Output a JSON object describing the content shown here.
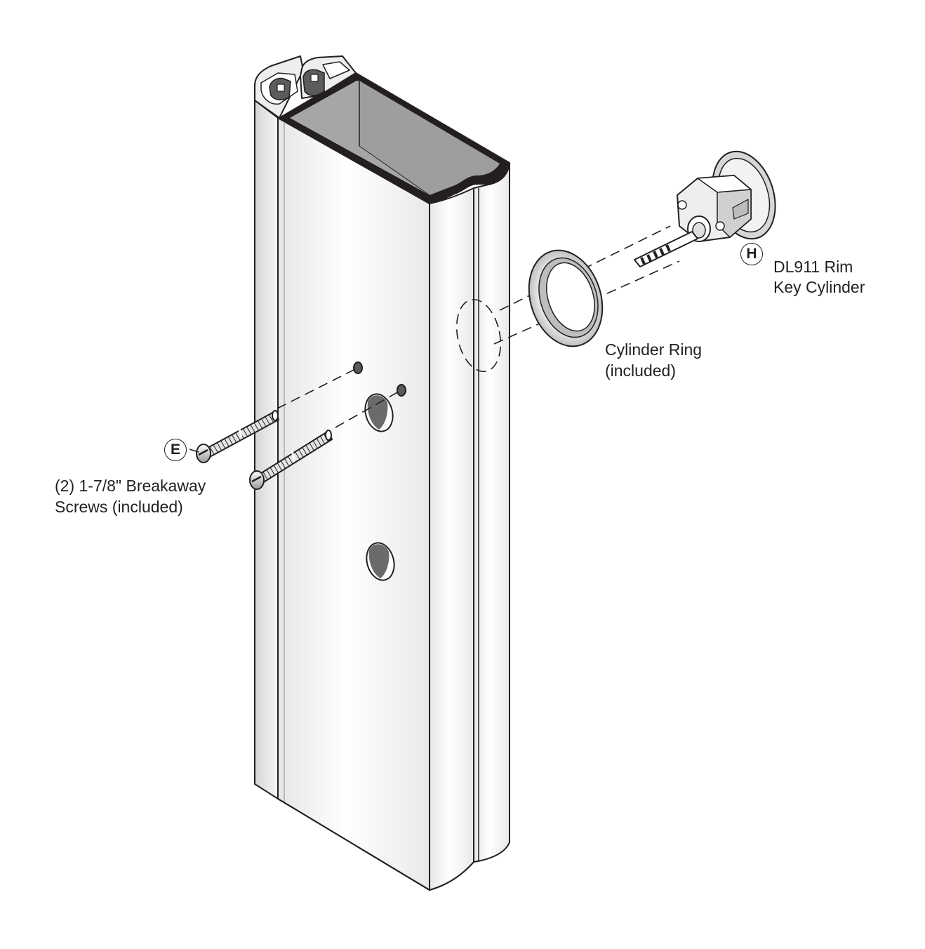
{
  "callouts": {
    "screws": {
      "letter": "E",
      "line1": "(2) 1-7/8\" Breakaway",
      "line2": "Screws (included)"
    },
    "ring": {
      "line1": "Cylinder Ring",
      "line2": "(included)"
    },
    "cylinder": {
      "letter": "H",
      "line1": "DL911 Rim",
      "line2": "Key Cylinder"
    }
  },
  "colors": {
    "line": "#231f20",
    "stile_face": "#f2f2f2",
    "stile_shade": "#d8d8d8",
    "interior": "#a6a6a6",
    "hole": "#5a5a5a"
  }
}
